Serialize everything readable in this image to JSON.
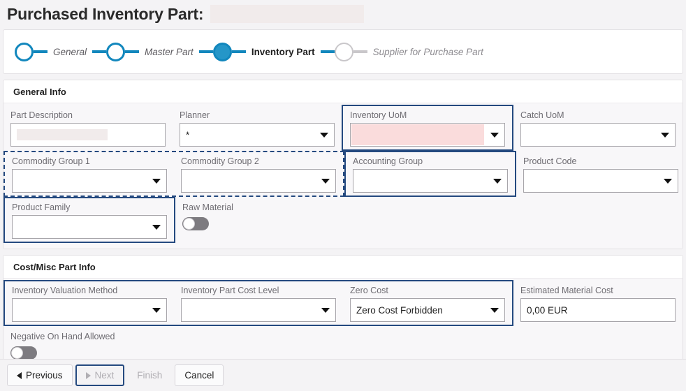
{
  "page": {
    "title": "Purchased Inventory Part:",
    "title_value_redacted": true
  },
  "stepper": {
    "steps": [
      {
        "label": "General",
        "state": "done"
      },
      {
        "label": "Master Part",
        "state": "done"
      },
      {
        "label": "Inventory Part",
        "state": "active"
      },
      {
        "label": "Supplier for Purchase Part",
        "state": "todo"
      }
    ]
  },
  "sections": [
    {
      "header": "General Info",
      "fields": {
        "part_description": {
          "label": "Part Description",
          "value": ""
        },
        "planner": {
          "label": "Planner",
          "value": "*"
        },
        "inventory_uom": {
          "label": "Inventory UoM",
          "value": ""
        },
        "catch_uom": {
          "label": "Catch UoM",
          "value": ""
        },
        "commodity_group_1": {
          "label": "Commodity Group 1",
          "value": ""
        },
        "commodity_group_2": {
          "label": "Commodity Group 2",
          "value": ""
        },
        "accounting_group": {
          "label": "Accounting Group",
          "value": ""
        },
        "product_code": {
          "label": "Product Code",
          "value": ""
        },
        "product_family": {
          "label": "Product Family",
          "value": ""
        },
        "raw_material": {
          "label": "Raw Material",
          "value": "off"
        }
      }
    },
    {
      "header": "Cost/Misc Part Info",
      "fields": {
        "inventory_valuation_method": {
          "label": "Inventory Valuation Method",
          "value": ""
        },
        "inventory_part_cost_level": {
          "label": "Inventory Part Cost Level",
          "value": ""
        },
        "zero_cost": {
          "label": "Zero Cost",
          "value": "Zero Cost Forbidden"
        },
        "estimated_material_cost": {
          "label": "Estimated Material Cost",
          "value": "0,00 EUR"
        },
        "negative_on_hand_allowed": {
          "label": "Negative On Hand Allowed",
          "value": "off"
        }
      }
    }
  ],
  "footer": {
    "previous": "Previous",
    "next": "Next",
    "finish": "Finish",
    "cancel": "Cancel"
  },
  "colors": {
    "accent_blue": "#1287bd",
    "active_step": "#2596c8",
    "highlight_border": "#24497f",
    "required_field_fill": "#fadcdc",
    "redacted_fill": "#f1ebeb"
  },
  "icons": {
    "caret_down": "dropdown-caret",
    "prev_arrow": "triangle-left",
    "next_arrow": "triangle-right"
  }
}
